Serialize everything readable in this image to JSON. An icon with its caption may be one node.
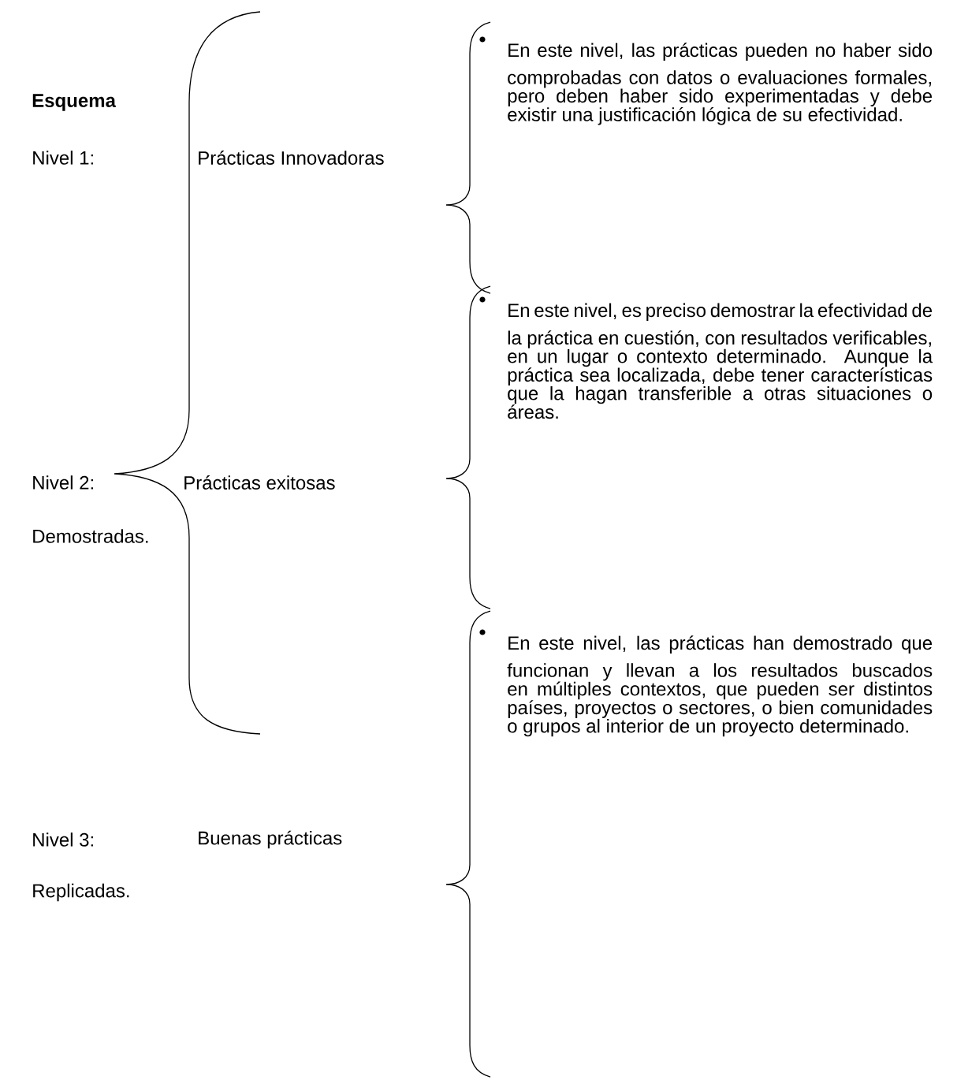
{
  "diagram": {
    "title": "Esquema",
    "labels": [
      "Nivel 1:",
      "Prácticas Innovadoras",
      "En este nivel, las prácticas pueden no haber sido comprobadas con datos o evaluaciones formales, pero deben haber sido experimentadas y debe existir una justificación lógica de su efectividad.",
      "Nivel 2:",
      "Prácticas exitosas",
      "En este nivel, es preciso demostrar la efectividad de la práctica en cuestión, con resultados verificables, en un lugar o contexto determinado. Aunque la práctica sea localizada, debe tener características que la hagan transferible a otras situaciones o áreas.",
      "Demostradas.",
      "Nivel 3:",
      "Buenas prácticas",
      "En este nivel, las prácticas han demostrado que funcionan y llevan a los resultados buscados en múltiples contextos, que pueden ser distintos países, proyectos o sectores, o bien comunidades o grupos al interior de un proyecto determinado.",
      "Replicadas."
    ]
  }
}
